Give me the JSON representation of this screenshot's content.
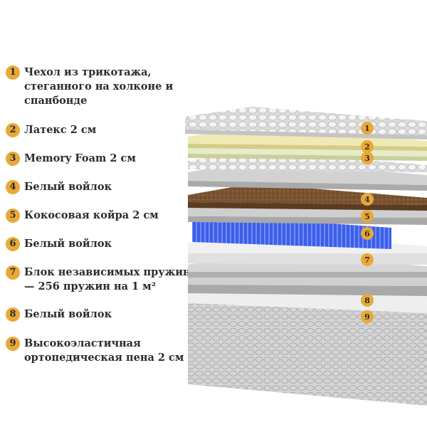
{
  "layers": [
    {
      "num": "1",
      "text": "Чехол из трикотажа, стеганного на холконе и спанбонде"
    },
    {
      "num": "2",
      "text": "Латекс 2 см"
    },
    {
      "num": "3",
      "text": "Memory Foam 2 см"
    },
    {
      "num": "4",
      "text": "Белый войлок"
    },
    {
      "num": "5",
      "text": "Кокосовая койра 2 см"
    },
    {
      "num": "6",
      "text": "Белый войлок"
    },
    {
      "num": "7",
      "text": "Блок независимых пружин — 256 пружин на 1 м²"
    },
    {
      "num": "8",
      "text": "Белый войлок"
    },
    {
      "num": "9",
      "text": "Высокоэластичная ортопедическая пена 2 см"
    }
  ],
  "colors": {
    "badge": "#e8a938",
    "text": "#2c2c2c",
    "latex": "#efe9b5",
    "memory_foam": "#e6ecc8",
    "felt": "#bdbdbd",
    "coir": "#7a5533",
    "springs": "#3d5ee6",
    "foam": "#e6e6e6",
    "base": "#cfcfcf"
  },
  "icons": [
    "quilted-cover-icon",
    "spring-block-icon"
  ]
}
